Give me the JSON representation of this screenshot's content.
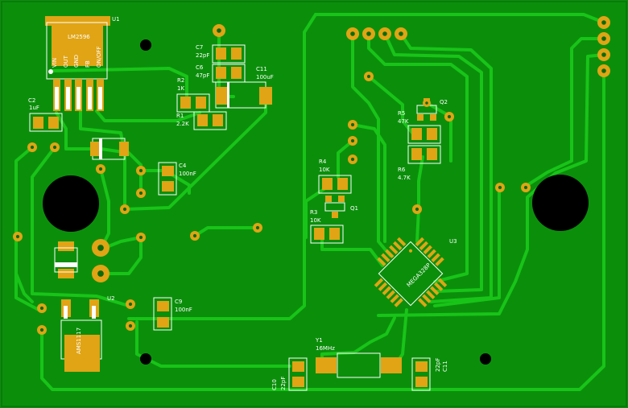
{
  "board": {
    "background_color": "#0b8f0b",
    "copper_color": "#18c418",
    "pad_color": "#e0a415",
    "silkscreen_color": "#ffffff"
  },
  "components": {
    "u1": {
      "ref": "U1",
      "part": "LM2596",
      "pins": [
        "VIN",
        "OUT",
        "GND",
        "FB",
        "ON/OFF"
      ]
    },
    "u2": {
      "ref": "U2",
      "part": "AMS1117"
    },
    "u3": {
      "ref": "U3",
      "part": "MEGA328P"
    },
    "c2": {
      "ref": "C2",
      "value": "1uF"
    },
    "c4": {
      "ref": "C4",
      "value": "100nF"
    },
    "c6": {
      "ref": "C6",
      "value": "47pF"
    },
    "c7": {
      "ref": "C7",
      "value": "22pF"
    },
    "c9": {
      "ref": "C9",
      "value": "100nF"
    },
    "c10": {
      "ref": "C10",
      "value": "22pF"
    },
    "c11": {
      "ref": "C11",
      "value": "22pF"
    },
    "c11b": {
      "ref": "C11",
      "value": "100uF"
    },
    "r1": {
      "ref": "R1",
      "value": "2.2K"
    },
    "r2": {
      "ref": "R2",
      "value": "1K"
    },
    "r3": {
      "ref": "R3",
      "value": "10K"
    },
    "r4": {
      "ref": "R4",
      "value": "10K"
    },
    "r5": {
      "ref": "R5",
      "value": "47K"
    },
    "r6": {
      "ref": "R6",
      "value": "4.7K"
    },
    "q1": {
      "ref": "Q1"
    },
    "q2": {
      "ref": "Q2"
    },
    "y1": {
      "ref": "Y1",
      "value": "16MHz"
    }
  }
}
